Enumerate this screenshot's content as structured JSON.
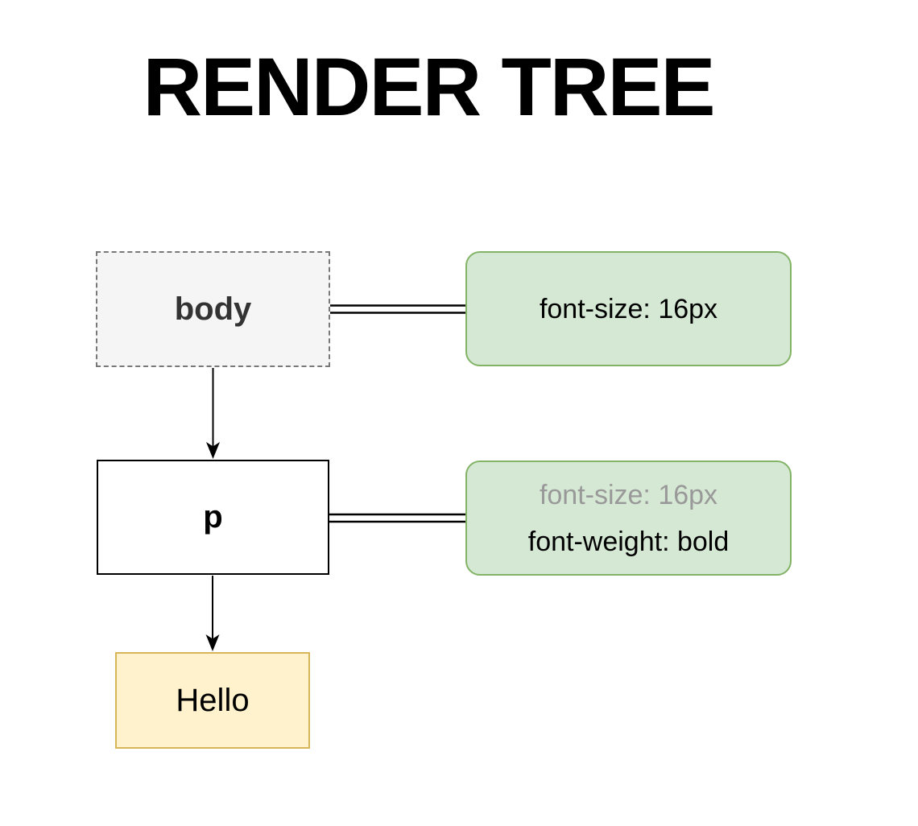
{
  "title": "RENDER TREE",
  "colors": {
    "green-fill": "#d5e8d4",
    "green-border": "#82b366",
    "yellow-fill": "#fff2cc",
    "yellow-border": "#d6b656",
    "gray-fill": "#f5f5f5",
    "gray-border": "#787878",
    "inherited-text": "#999999",
    "node-text": "#333333",
    "line": "#000000"
  },
  "nodes": {
    "body": {
      "label": "body"
    },
    "p": {
      "label": "p"
    },
    "text": {
      "label": "Hello"
    }
  },
  "styles": {
    "body": {
      "line1": "font-size: 16px"
    },
    "p": {
      "line1": "font-size: 16px",
      "line2": "font-weight: bold"
    }
  }
}
